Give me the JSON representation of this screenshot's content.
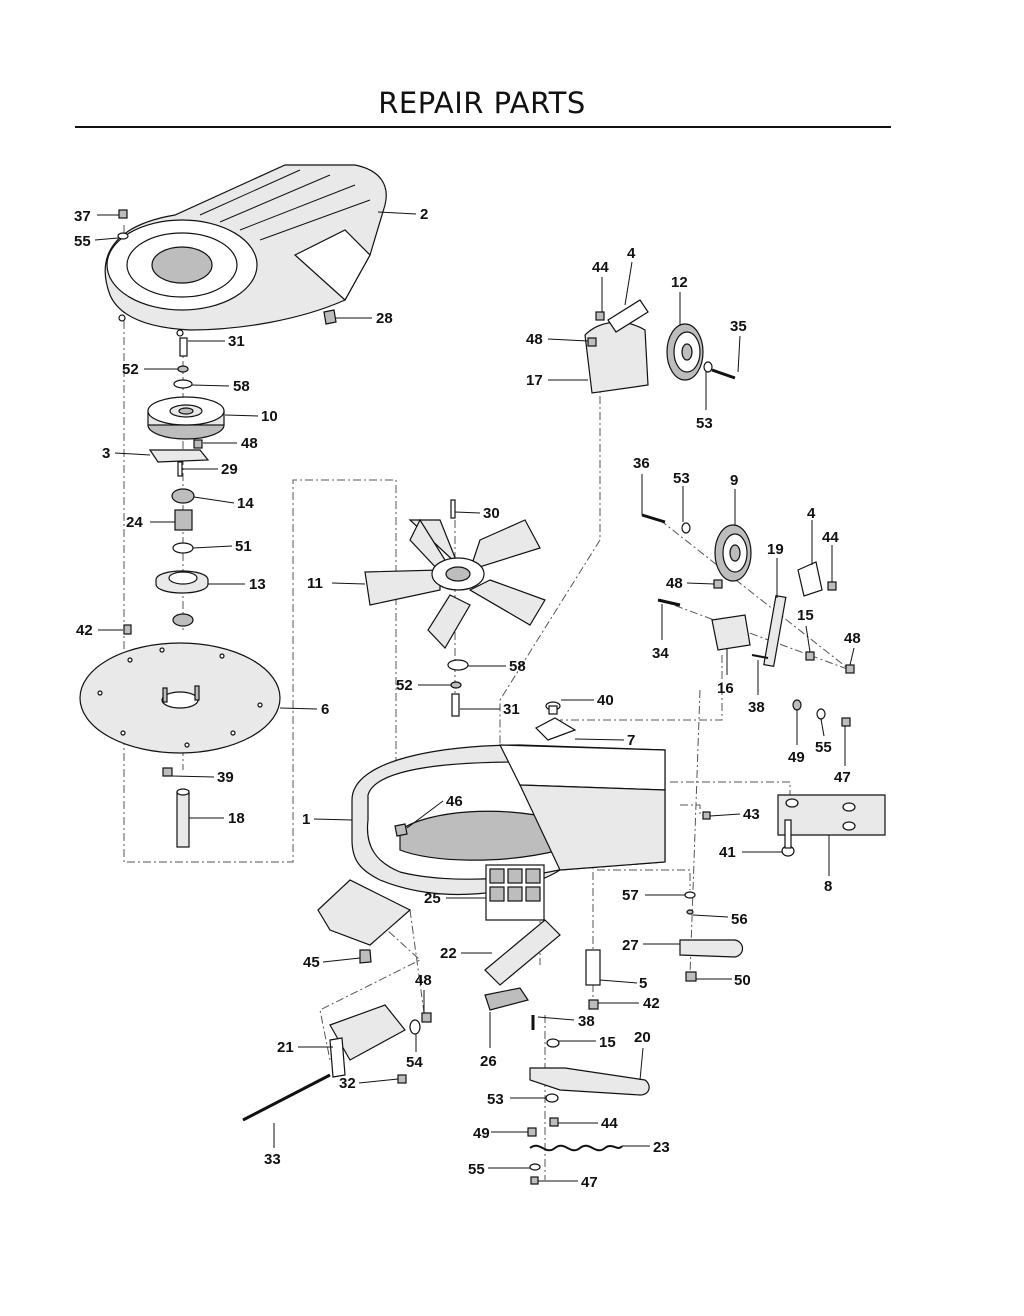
{
  "page": {
    "title": "REPAIR PARTS"
  },
  "callouts": [
    {
      "id": "c37",
      "text": "37"
    },
    {
      "id": "c55a",
      "text": "55"
    },
    {
      "id": "c2",
      "text": "2"
    },
    {
      "id": "c28",
      "text": "28"
    },
    {
      "id": "c31a",
      "text": "31"
    },
    {
      "id": "c52a",
      "text": "52"
    },
    {
      "id": "c58a",
      "text": "58"
    },
    {
      "id": "c10",
      "text": "10"
    },
    {
      "id": "c3",
      "text": "3"
    },
    {
      "id": "c48a",
      "text": "48"
    },
    {
      "id": "c29",
      "text": "29"
    },
    {
      "id": "c14",
      "text": "14"
    },
    {
      "id": "c24",
      "text": "24"
    },
    {
      "id": "c51",
      "text": "51"
    },
    {
      "id": "c13",
      "text": "13"
    },
    {
      "id": "c42a",
      "text": "42"
    },
    {
      "id": "c6",
      "text": "6"
    },
    {
      "id": "c39",
      "text": "39"
    },
    {
      "id": "c18",
      "text": "18"
    },
    {
      "id": "c30",
      "text": "30"
    },
    {
      "id": "c11",
      "text": "11"
    },
    {
      "id": "c58b",
      "text": "58"
    },
    {
      "id": "c52b",
      "text": "52"
    },
    {
      "id": "c31b",
      "text": "31"
    },
    {
      "id": "c40",
      "text": "40"
    },
    {
      "id": "c7",
      "text": "7"
    },
    {
      "id": "c1",
      "text": "1"
    },
    {
      "id": "c46",
      "text": "46"
    },
    {
      "id": "c25",
      "text": "25"
    },
    {
      "id": "c45",
      "text": "45"
    },
    {
      "id": "c22",
      "text": "22"
    },
    {
      "id": "c48b",
      "text": "48"
    },
    {
      "id": "c21",
      "text": "21"
    },
    {
      "id": "c54",
      "text": "54"
    },
    {
      "id": "c32",
      "text": "32"
    },
    {
      "id": "c33",
      "text": "33"
    },
    {
      "id": "c26",
      "text": "26"
    },
    {
      "id": "c44a",
      "text": "44"
    },
    {
      "id": "c4a",
      "text": "4"
    },
    {
      "id": "c12",
      "text": "12"
    },
    {
      "id": "c35",
      "text": "35"
    },
    {
      "id": "c48c",
      "text": "48"
    },
    {
      "id": "c17",
      "text": "17"
    },
    {
      "id": "c53a",
      "text": "53"
    },
    {
      "id": "c36",
      "text": "36"
    },
    {
      "id": "c53b",
      "text": "53"
    },
    {
      "id": "c9",
      "text": "9"
    },
    {
      "id": "c4b",
      "text": "4"
    },
    {
      "id": "c44b",
      "text": "44"
    },
    {
      "id": "c19",
      "text": "19"
    },
    {
      "id": "c48d",
      "text": "48"
    },
    {
      "id": "c15a",
      "text": "15"
    },
    {
      "id": "c48e",
      "text": "48"
    },
    {
      "id": "c34",
      "text": "34"
    },
    {
      "id": "c16",
      "text": "16"
    },
    {
      "id": "c38a",
      "text": "38"
    },
    {
      "id": "c49a",
      "text": "49"
    },
    {
      "id": "c55b",
      "text": "55"
    },
    {
      "id": "c47a",
      "text": "47"
    },
    {
      "id": "c43",
      "text": "43"
    },
    {
      "id": "c41",
      "text": "41"
    },
    {
      "id": "c8",
      "text": "8"
    },
    {
      "id": "c57",
      "text": "57"
    },
    {
      "id": "c56",
      "text": "56"
    },
    {
      "id": "c27",
      "text": "27"
    },
    {
      "id": "c50",
      "text": "50"
    },
    {
      "id": "c5",
      "text": "5"
    },
    {
      "id": "c42b",
      "text": "42"
    },
    {
      "id": "c38b",
      "text": "38"
    },
    {
      "id": "c15b",
      "text": "15"
    },
    {
      "id": "c20",
      "text": "20"
    },
    {
      "id": "c53c",
      "text": "53"
    },
    {
      "id": "c44c",
      "text": "44"
    },
    {
      "id": "c49b",
      "text": "49"
    },
    {
      "id": "c23",
      "text": "23"
    },
    {
      "id": "c55c",
      "text": "55"
    },
    {
      "id": "c47b",
      "text": "47"
    }
  ]
}
